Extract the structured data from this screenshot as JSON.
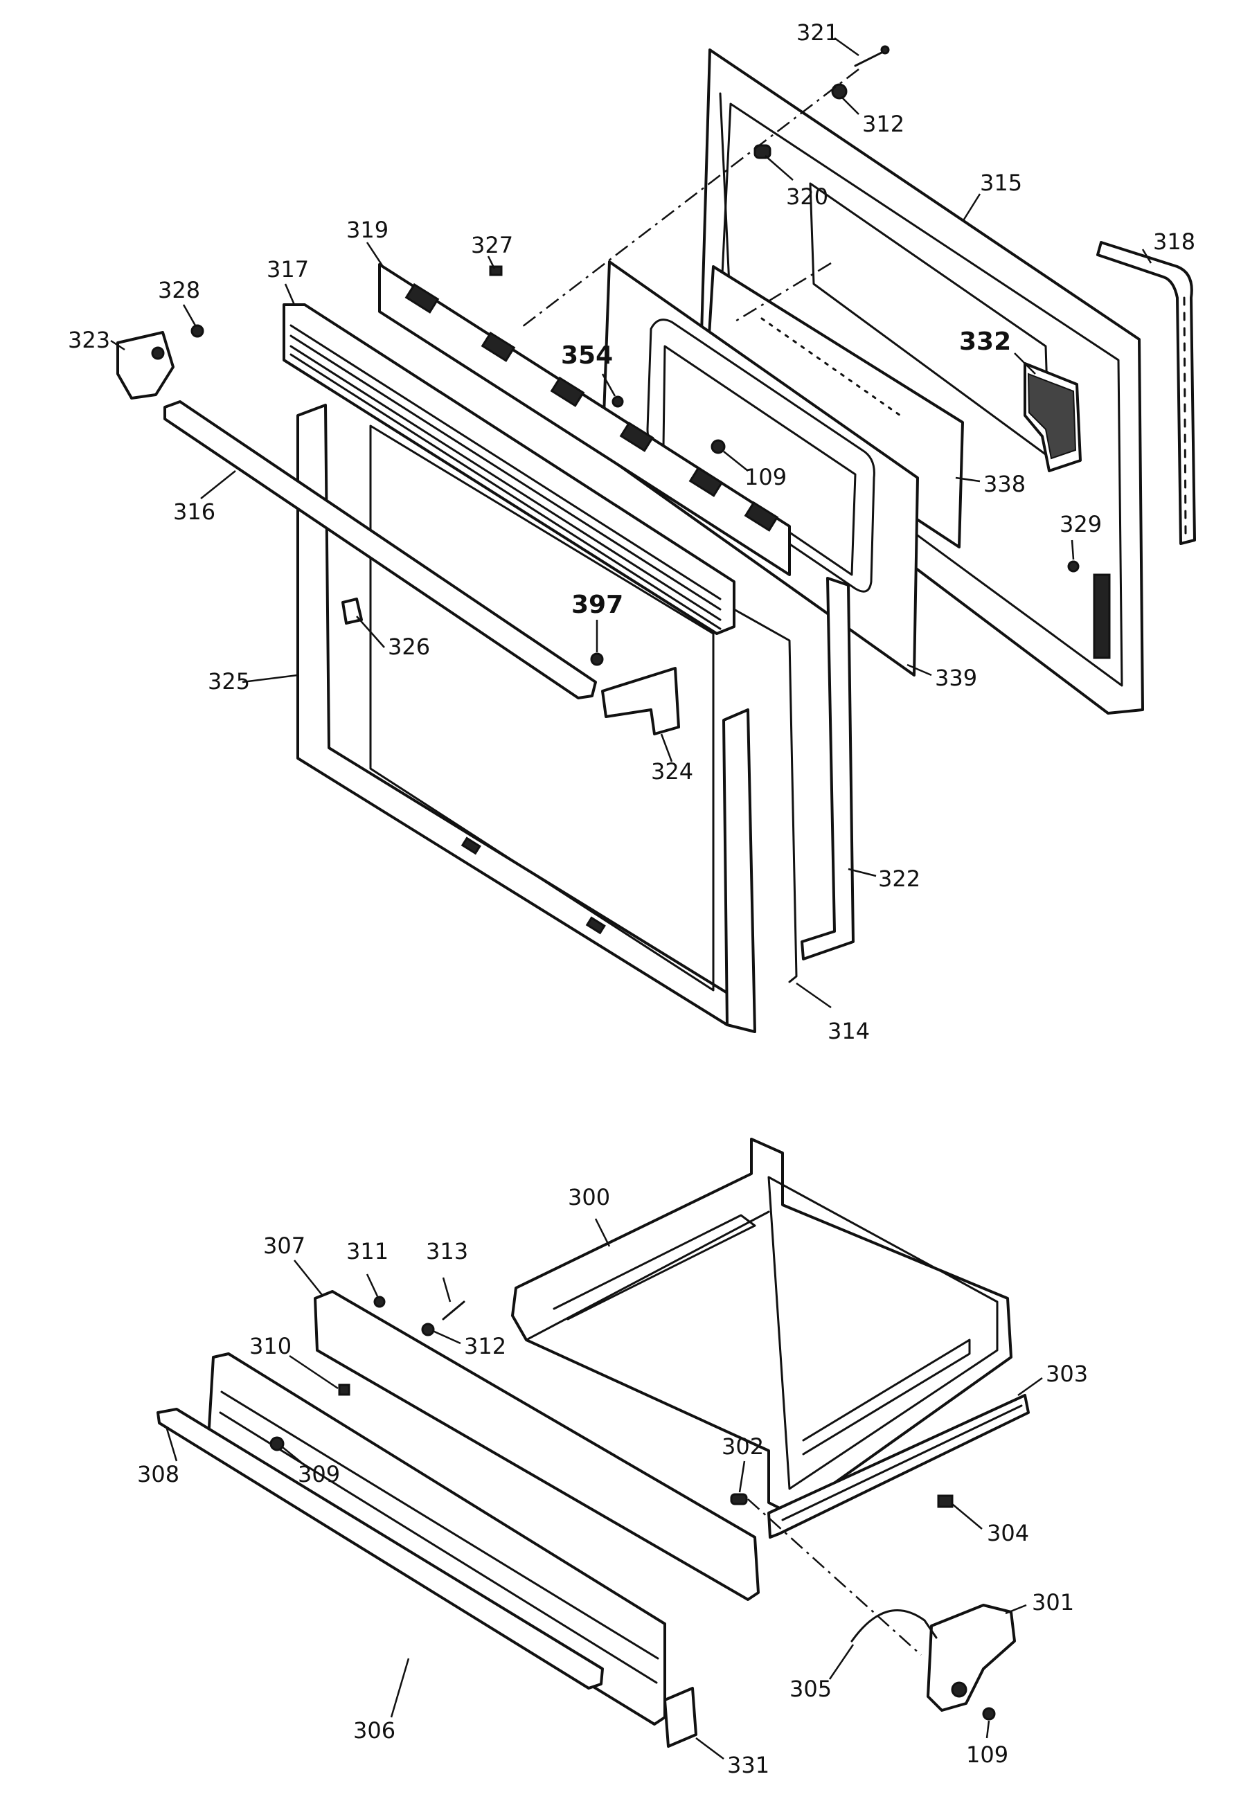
{
  "callouts": {
    "p321": "321",
    "p312a": "312",
    "p320": "320",
    "p315": "315",
    "p318": "318",
    "p319": "319",
    "p327": "327",
    "p317": "317",
    "p328": "328",
    "p323": "323",
    "p332": "332",
    "p354": "354",
    "p109a": "109",
    "p338": "338",
    "p316": "316",
    "p329": "329",
    "p397": "397",
    "p326": "326",
    "p325": "325",
    "p339": "339",
    "p324": "324",
    "p322": "322",
    "p314": "314",
    "p300": "300",
    "p307": "307",
    "p311": "311",
    "p313": "313",
    "p312b": "312",
    "p310": "310",
    "p303": "303",
    "p309": "309",
    "p308": "308",
    "p302": "302",
    "p304": "304",
    "p301": "301",
    "p305": "305",
    "p306": "306",
    "p109b": "109",
    "p331": "331"
  }
}
